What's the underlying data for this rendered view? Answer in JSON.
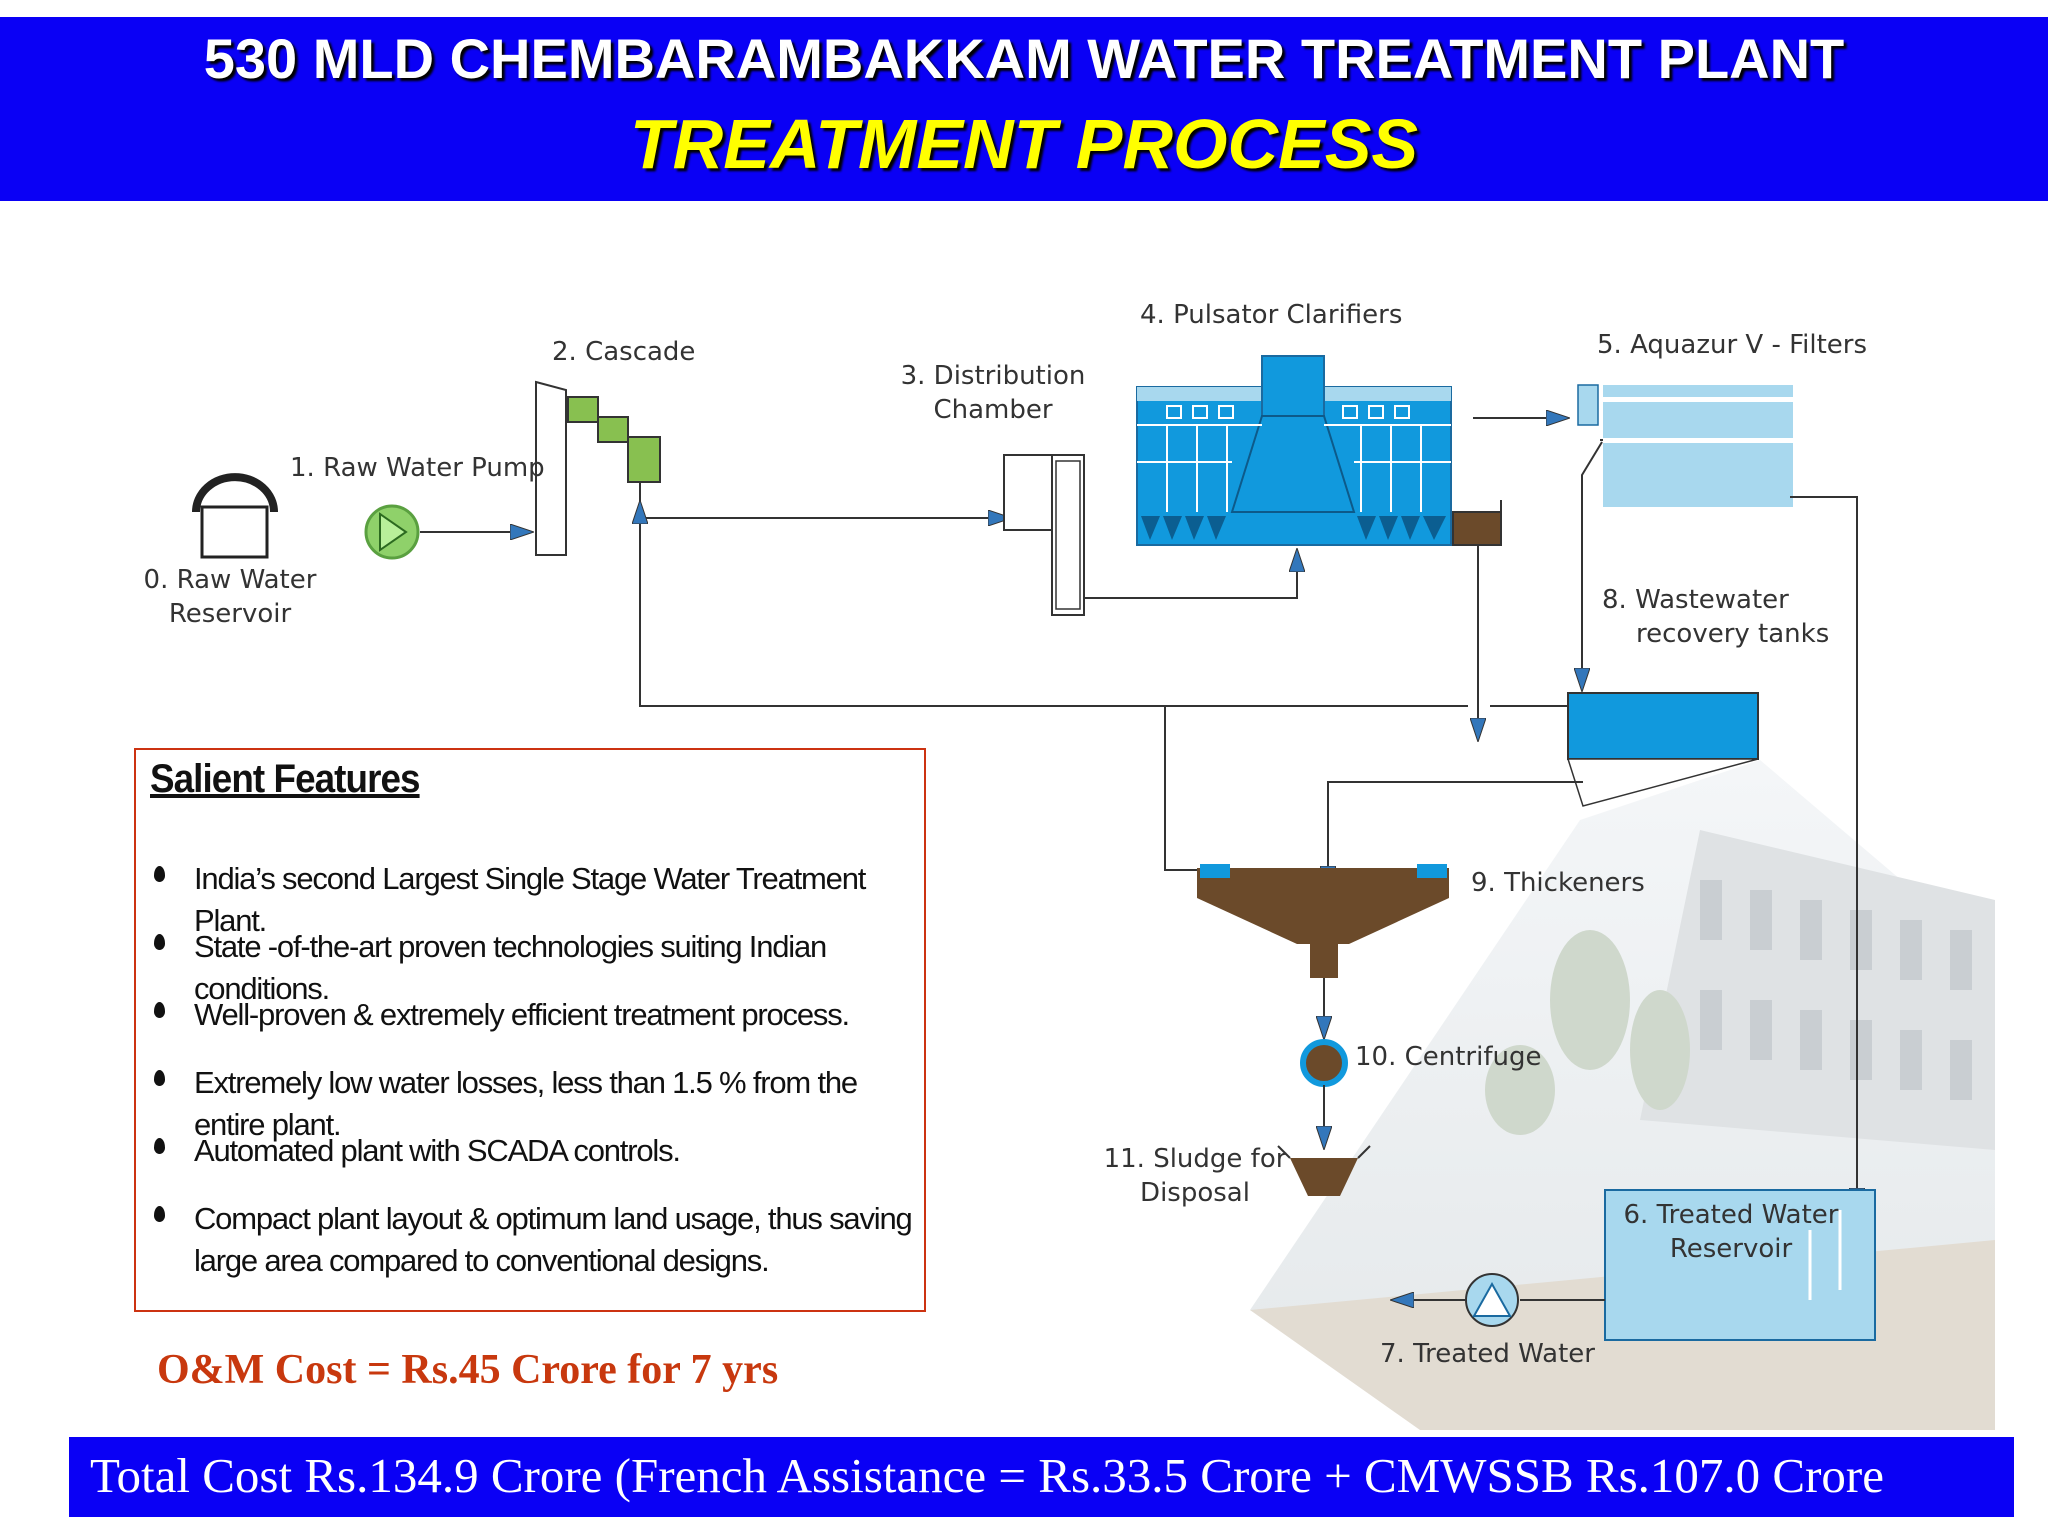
{
  "header": {
    "title": "530 MLD CHEMBARAMBAKKAM WATER TREATMENT PLANT",
    "subtitle": "TREATMENT PROCESS"
  },
  "diagram": {
    "nodes": [
      {
        "id": "n0",
        "label_lines": [
          "0. Raw Water",
          "Reservoir"
        ]
      },
      {
        "id": "n1",
        "label_lines": [
          "1. Raw Water Pump"
        ]
      },
      {
        "id": "n2",
        "label_lines": [
          "2. Cascade"
        ]
      },
      {
        "id": "n3",
        "label_lines": [
          "3. Distribution",
          "Chamber"
        ]
      },
      {
        "id": "n4",
        "label_lines": [
          "4. Pulsator Clarifiers"
        ]
      },
      {
        "id": "n5",
        "label_lines": [
          "5. Aquazur V - Filters"
        ]
      },
      {
        "id": "n6",
        "label_lines": [
          "6. Treated Water",
          "Reservoir"
        ]
      },
      {
        "id": "n7",
        "label_lines": [
          "7. Treated Water"
        ]
      },
      {
        "id": "n8",
        "label_lines": [
          "8. Wastewater",
          "recovery tanks"
        ]
      },
      {
        "id": "n9",
        "label_lines": [
          "9. Thickeners"
        ]
      },
      {
        "id": "n10",
        "label_lines": [
          "10. Centrifuge"
        ]
      },
      {
        "id": "n11",
        "label_lines": [
          "11. Sludge for",
          "Disposal"
        ]
      }
    ],
    "colors": {
      "water": "#1199dd",
      "water_light": "#a8d8ee",
      "sludge": "#6b4a2a",
      "cascade": "#88c050",
      "line": "#333333",
      "arrow": "#3377bb"
    }
  },
  "features": {
    "heading": "Salient Features",
    "items": [
      "India’s second Largest Single Stage Water Treatment Plant.",
      "State -of-the-art proven technologies suiting Indian conditions.",
      "Well-proven & extremely efficient treatment process.",
      "Extremely low water losses, less than 1.5 % from the entire plant.",
      "Automated plant with SCADA controls.",
      "Compact plant layout & optimum land usage, thus saving large area compared to conventional designs."
    ]
  },
  "om_cost": "O&M Cost = Rs.45 Crore for 7 yrs",
  "footer": "Total Cost Rs.134.9 Crore (French Assistance = Rs.33.5 Crore + CMWSSB Rs.107.0 Crore"
}
